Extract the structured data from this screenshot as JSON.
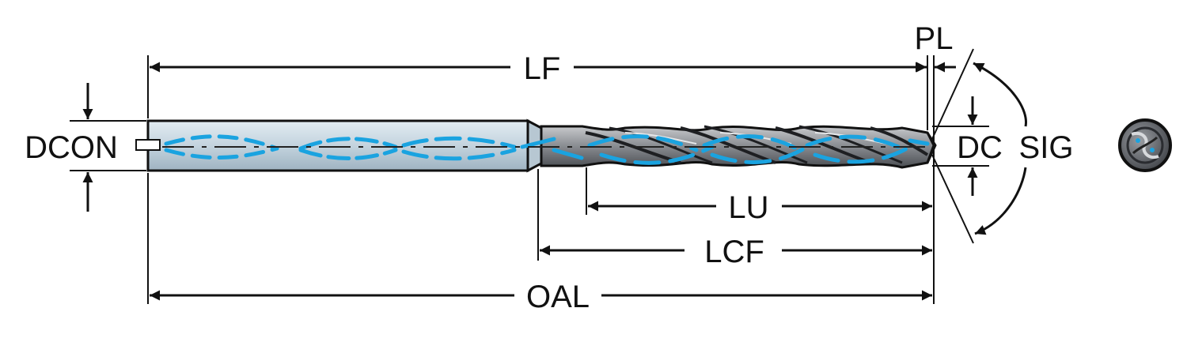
{
  "labels": {
    "lf": "LF",
    "pl": "PL",
    "dcon": "DCON",
    "dc": "DC",
    "sig": "SIG",
    "lu": "LU",
    "lcf": "LCF",
    "oal": "OAL"
  },
  "colors": {
    "line": "#111111",
    "shank_fill": "#c9d8e2",
    "body_fill": "#8c8f93",
    "coolant": "#1aa3e0"
  },
  "icons": {
    "end_view": "drill-end-view-icon"
  }
}
